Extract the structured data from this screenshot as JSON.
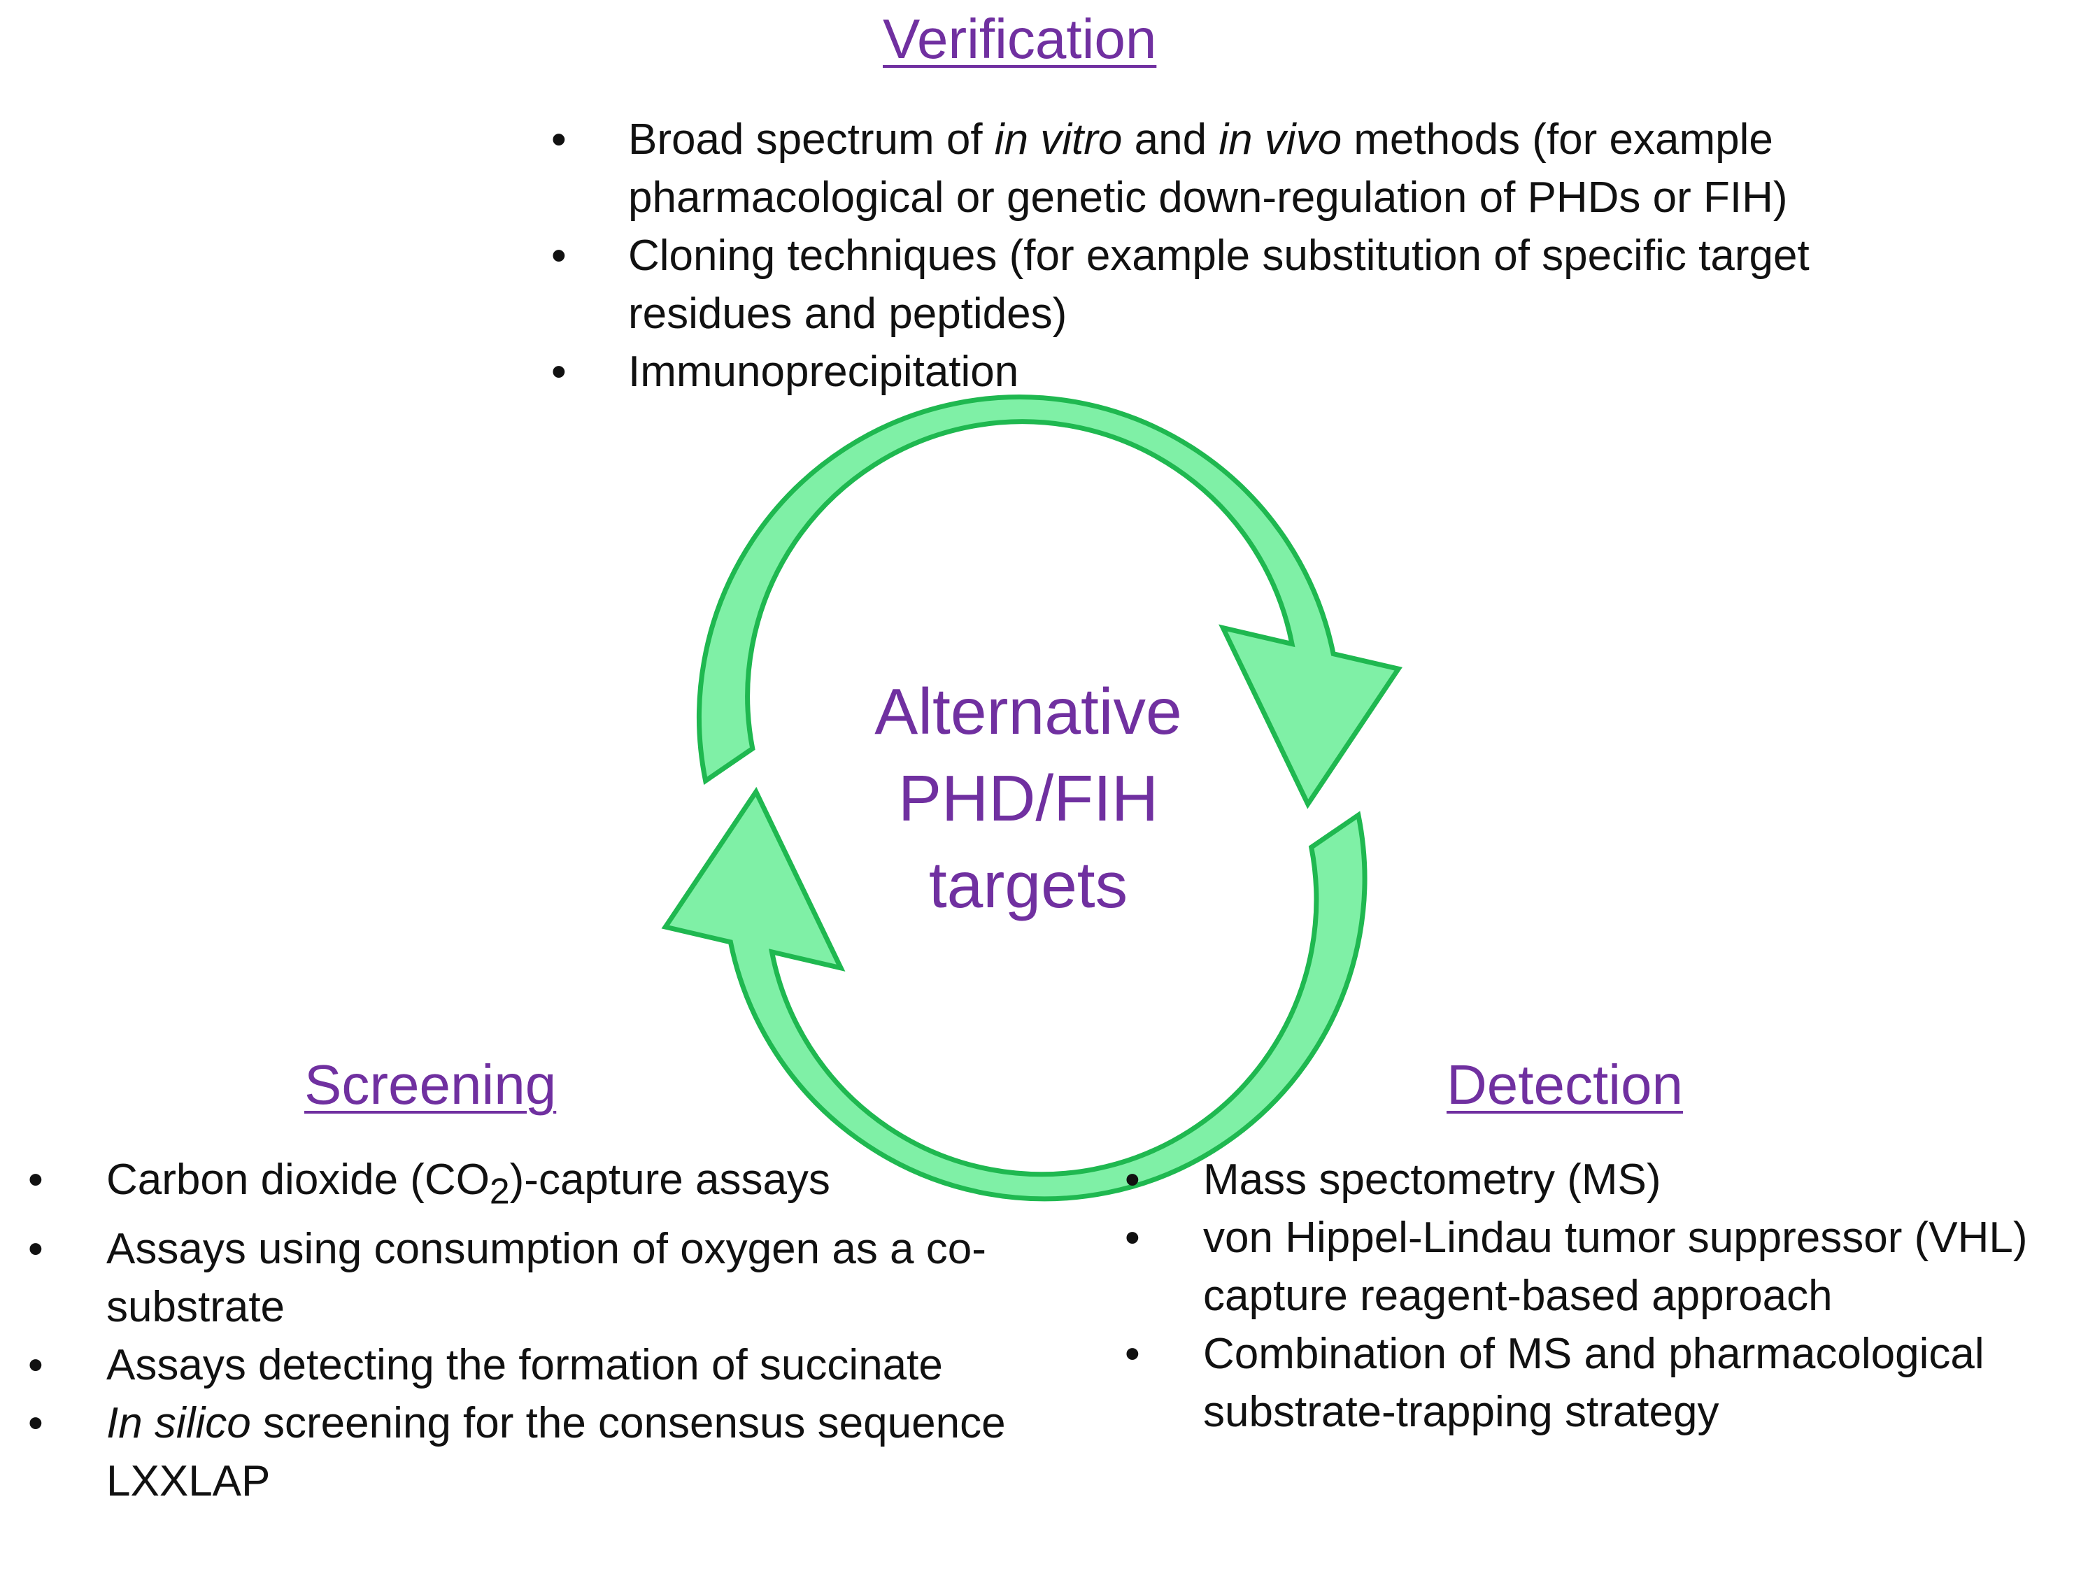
{
  "colors": {
    "heading": "#7030a0",
    "arrow_fill": "#7ff0a6",
    "arrow_stroke": "#1fb850",
    "body_text": "#111111"
  },
  "center": {
    "line1": "Alternative",
    "line2": "PHD/FIH",
    "line3": "targets"
  },
  "verification": {
    "heading": "Verification",
    "items": [
      {
        "bullet": "•",
        "p1": "Broad spectrum of ",
        "i1": "in vitro",
        "p2": " and ",
        "i2": "in vivo",
        "p3": " methods (for example pharmacological or genetic down-regulation of PHDs or FIH)"
      },
      {
        "bullet": "•",
        "text": "Cloning techniques (for example substitution of specific target residues and peptides)"
      },
      {
        "bullet": "•",
        "text": "Immunoprecipitation"
      }
    ]
  },
  "screening": {
    "heading": "Screening",
    "items": [
      {
        "bullet": "•",
        "p1": "Carbon dioxide (CO",
        "sub": "2",
        "p2": ")-capture assays"
      },
      {
        "bullet": "•",
        "text": "Assays using consumption of oxygen as a co-substrate"
      },
      {
        "bullet": "•",
        "text": "Assays detecting the formation of succinate"
      },
      {
        "bullet": "•",
        "i1": "In silico",
        "p1": " screening for the consensus sequence LXXLAP"
      }
    ]
  },
  "detection": {
    "heading": "Detection",
    "items": [
      {
        "bullet": "•",
        "text": "Mass spectometry (MS)"
      },
      {
        "bullet": "•",
        "text": "von Hippel-Lindau tumor suppressor (VHL) capture reagent-based approach"
      },
      {
        "bullet": "•",
        "text": "Combination of MS and pharmacological substrate-trapping strategy"
      }
    ]
  }
}
